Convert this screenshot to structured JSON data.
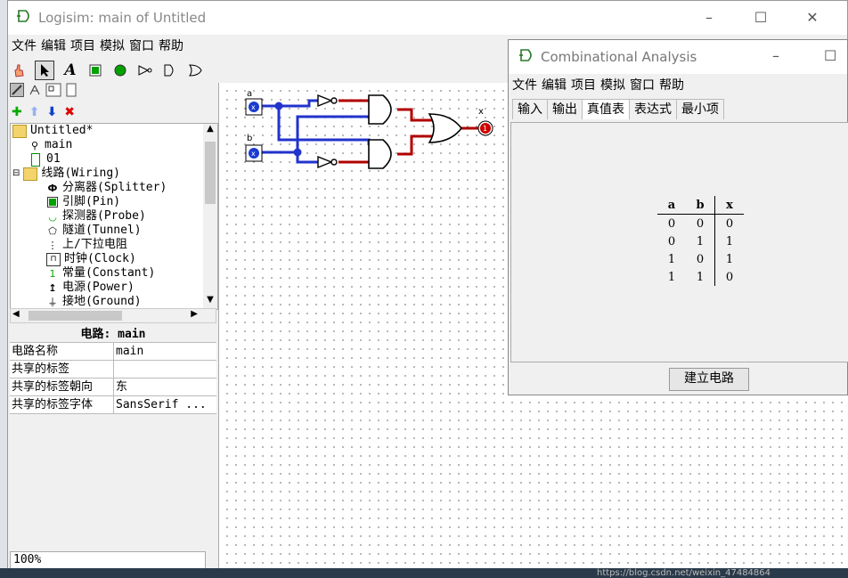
{
  "main_window": {
    "title": "Logisim: main of Untitled",
    "menu": [
      "文件",
      "编辑",
      "项目",
      "模拟",
      "窗口",
      "帮助"
    ]
  },
  "explorer": {
    "items": [
      {
        "label": "Untitled*",
        "icon": "folder-icon"
      },
      {
        "label": "main",
        "icon": "circuit-icon"
      },
      {
        "label": "01",
        "icon": "circuit-icon"
      },
      {
        "label": "线路(Wiring)",
        "icon": "folder-icon"
      },
      {
        "label": "分离器(Splitter)",
        "icon": "splitter-icon"
      },
      {
        "label": "引脚(Pin)",
        "icon": "pin-icon"
      },
      {
        "label": "探测器(Probe)",
        "icon": "probe-icon"
      },
      {
        "label": "隧道(Tunnel)",
        "icon": "tunnel-icon"
      },
      {
        "label": "上/下拉电阻",
        "icon": "resistor-icon"
      },
      {
        "label": "时钟(Clock)",
        "icon": "clock-icon"
      },
      {
        "label": "常量(Constant)",
        "icon": "constant-icon"
      },
      {
        "label": "电源(Power)",
        "icon": "power-icon"
      },
      {
        "label": "接地(Ground)",
        "icon": "ground-icon"
      }
    ]
  },
  "properties": {
    "header": "电路: main",
    "rows": [
      {
        "key": "电路名称",
        "value": "main"
      },
      {
        "key": "共享的标签",
        "value": ""
      },
      {
        "key": "共享的标签朝向",
        "value": "东"
      },
      {
        "key": "共享的标签字体",
        "value": "SansSerif ..."
      }
    ]
  },
  "zoom": "100%",
  "circuit": {
    "input_a": "a",
    "input_b": "b",
    "output_x": "x"
  },
  "combinational": {
    "title": "Combinational Analysis",
    "menu": [
      "文件",
      "编辑",
      "项目",
      "模拟",
      "窗口",
      "帮助"
    ],
    "tabs": [
      "输入",
      "输出",
      "真值表",
      "表达式",
      "最小项"
    ],
    "active_tab": "真值表",
    "truth_table": {
      "headers": [
        "a",
        "b",
        "x"
      ],
      "rows": [
        [
          "0",
          "0",
          "0"
        ],
        [
          "0",
          "1",
          "1"
        ],
        [
          "1",
          "0",
          "1"
        ],
        [
          "1",
          "1",
          "0"
        ]
      ]
    },
    "build_button": "建立电路"
  },
  "colors": {
    "wire_high": "#b00000",
    "wire_blue": "#2233cc",
    "pin_blue": "#1a3bd1",
    "output_red": "#d00000",
    "green": "#00a000"
  },
  "taskbar": {
    "text": "https://blog.csdn.net/weixin_47484864"
  }
}
